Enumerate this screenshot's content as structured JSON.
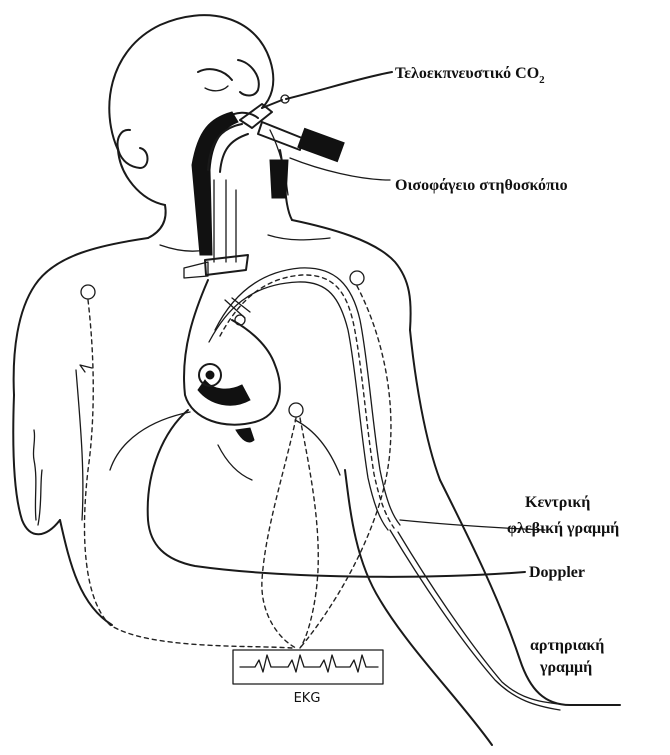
{
  "labels": {
    "etco2": "Τελοεκπνευστικό CO",
    "etco2_sub": "2",
    "esophageal_stethoscope": "Οισοφάγειο στηθοσκόπιο",
    "central_venous_line_1": "Κεντρική",
    "central_venous_line_2": "φλεβική γραμμή",
    "doppler": "Doppler",
    "arterial_line_1": "αρτηριακή",
    "arterial_line_2": "γραμμή",
    "ekg": "EKG"
  }
}
